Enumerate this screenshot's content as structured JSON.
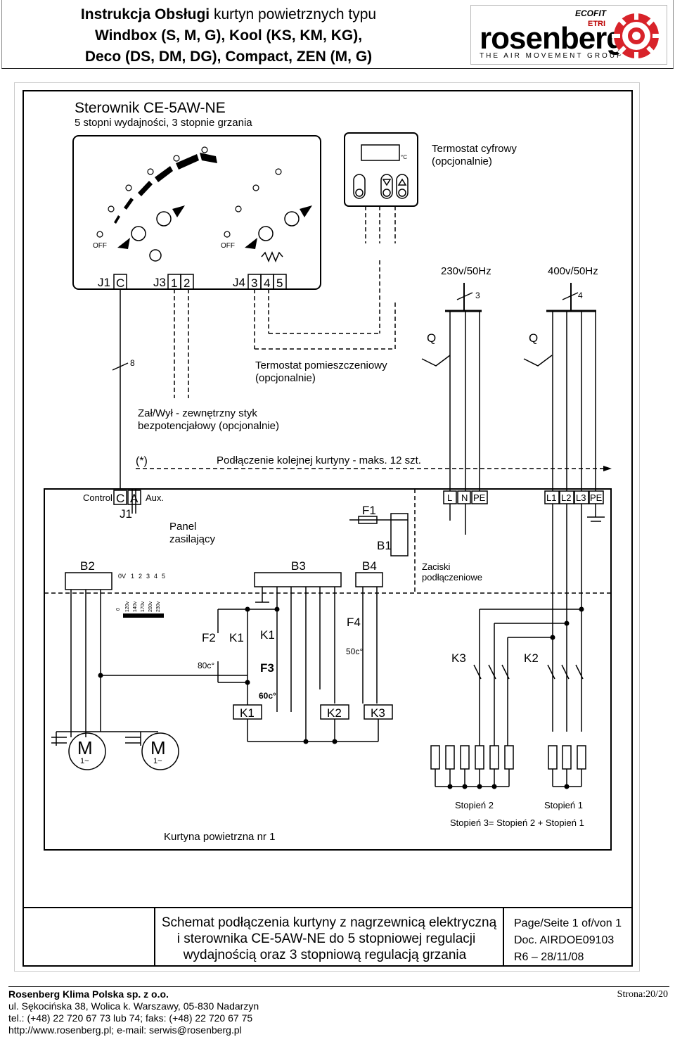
{
  "header": {
    "title_bold": "Instrukcja Obsługi",
    "title_rest": " kurtyn powietrznych typu",
    "line2": "Windbox (S, M, G), Kool (KS, KM, KG),",
    "line3": "Deco (DS, DM, DG), Compact, ZEN (M, G)"
  },
  "logo": {
    "word": "rosenberg",
    "subtitle": "THE AIR MOVEMENT GROUP",
    "badge1": "ECOFIT",
    "badge2": "ETRI",
    "icon": "rosenberg-wheel-icon"
  },
  "diagram": {
    "controller_title": "Sterownik CE-5AW-NE",
    "controller_subtitle": "5 stopni wydajności, 3 stopnie grzania",
    "off_label": "OFF",
    "thermostat_digital": [
      "Termostat cyfrowy",
      "(opcjonalnie)"
    ],
    "deg_c": "°C",
    "supply_230": "230v/50Hz",
    "supply_400": "400v/50Hz",
    "num3": "3",
    "num4": "4",
    "num8": "8",
    "q": "Q",
    "j1": "J1",
    "j3": "J3",
    "j4": "J4",
    "term_c": "C",
    "term_1": "1",
    "term_2": "2",
    "term_3": "3",
    "term_4": "4",
    "term_5": "5",
    "term_a": "A",
    "room_thermostat": [
      "Termostat pomieszczeniowy",
      "(opcjonalnie)"
    ],
    "external_contact": [
      "Zał/Wył - zewnętrzny styk",
      "bezpotencjałowy (opcjonalnie)"
    ],
    "asterisk": "(*)",
    "next_curtain": "Podłączenie kolejnej kurtyny - maks. 12 szt.",
    "control": "Control",
    "aux": "Aux.",
    "panel": [
      "Panel",
      "zasilający"
    ],
    "f1": "F1",
    "b1": "B1",
    "b2": "B2",
    "b3": "B3",
    "b4": "B4",
    "terminals_label": [
      "Zaciski",
      "podłączeniowe"
    ],
    "terms_1ph": [
      "L",
      "N",
      "PE"
    ],
    "terms_3ph": [
      "L1",
      "L2",
      "L3",
      "PE"
    ],
    "b2_scale": [
      "0V",
      "1",
      "2",
      "3",
      "4",
      "5"
    ],
    "b2_volts": [
      "0",
      "120v",
      "140v",
      "170v",
      "200v",
      "230v"
    ],
    "f2": "F2",
    "f2_temp": "80c°",
    "f3": "F3",
    "f3_temp": "60c°",
    "f4": "F4",
    "f4_temp": "50c°",
    "k1": "K1",
    "k2": "K2",
    "k3": "K3",
    "motor": "M",
    "motor_phase": "1~",
    "stage2": "Stopień 2",
    "stage1": "Stopień 1",
    "stage3": "Stopień 3= Stopień 2 + Stopień 1",
    "curtain_no": "Kurtyna powietrzna nr 1"
  },
  "titleblock": {
    "title": [
      "Schemat podłączenia kurtyny z nagrzewnicą elektryczną",
      "i sterownika CE-5AW-NE do 5 stopniowej regulacji",
      "wydajnością oraz 3 stopniową regulacją grzania"
    ],
    "page": "Page/Seite  1  of/von  1",
    "doc": "Doc.   AIRDOE09103",
    "rev": "R6  –  28/11/08"
  },
  "footer": {
    "company": "Rosenberg Klima Polska sp. z o.o.",
    "address": "ul. Sękocińska 38, Wolica k. Warszawy, 05-830 Nadarzyn",
    "phone": "tel.: (+48) 22 720 67 73 lub 74; faks: (+48) 22 720 67 75",
    "web": "http://www.rosenberg.pl; e-mail: serwis@rosenberg.pl",
    "page": "Strona:20/20"
  }
}
